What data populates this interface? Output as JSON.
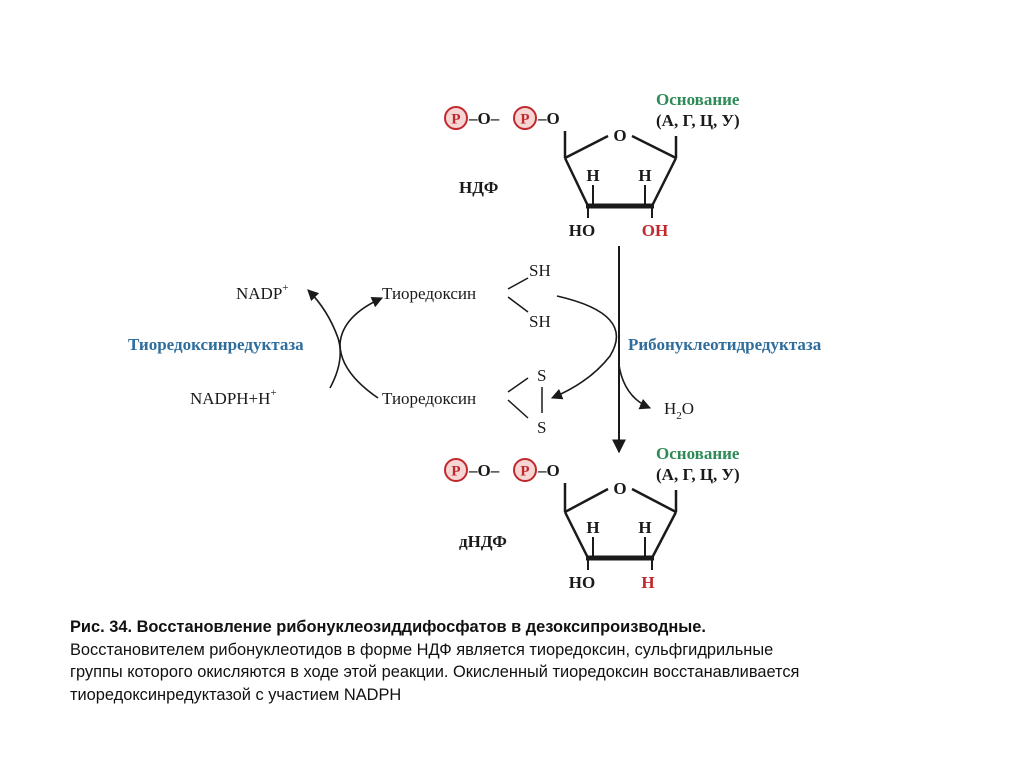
{
  "colors": {
    "ink": "#1a1a1a",
    "green": "#2e8b57",
    "blue": "#2e6d9c",
    "red": "#c0282d",
    "p_fill": "#f6d6d4"
  },
  "top_nucleotide": {
    "phosphate_1": "P",
    "phosphate_2": "P",
    "bridge_o": "–O–",
    "ring_link_o": "–O",
    "ring_o": "O",
    "base_title": "Основание",
    "base_options": "(А, Г, Ц, У)",
    "h_left": "H",
    "h_right": "H",
    "ho": "HO",
    "oh": "OH",
    "name": "НДФ"
  },
  "bottom_nucleotide": {
    "phosphate_1": "P",
    "phosphate_2": "P",
    "bridge_o": "–O–",
    "ring_link_o": "–O",
    "ring_o": "O",
    "base_title": "Основание",
    "base_options": "(А, Г, Ц, У)",
    "h_left": "H",
    "h_right": "H",
    "ho": "HO",
    "h_red": "H",
    "name": "дНДФ"
  },
  "cycle": {
    "nadp": "NADP",
    "nadp_sup": "+",
    "nadph": "NADPH+H",
    "nadph_sup": "+",
    "thioredoxin_reductase": "Тиоредоксинредуктаза",
    "thioredoxin_reduced": "Тиоредоксин",
    "sh_top": "SH",
    "sh_bottom": "SH",
    "thioredoxin_oxidized": "Тиоредоксин",
    "s_top": "S",
    "s_bottom": "S",
    "ribonucleotide_reductase": "Рибонуклеотидредуктаза",
    "water": "H",
    "water_sub": "2",
    "water_o": "O"
  },
  "caption": {
    "title": "Рис. 34. Восстановление рибонуклеозиддифосфатов в дезоксипроизводные.",
    "line1": "Восстановителем рибонуклеотидов в форме НДФ является тиоредоксин, сульфгидрильные",
    "line2": "группы которого окисляются в ходе этой реакции. Окисленный тиоредоксин восстанавливается",
    "line3": "тиоредоксинредуктазой с участием NADPH"
  }
}
